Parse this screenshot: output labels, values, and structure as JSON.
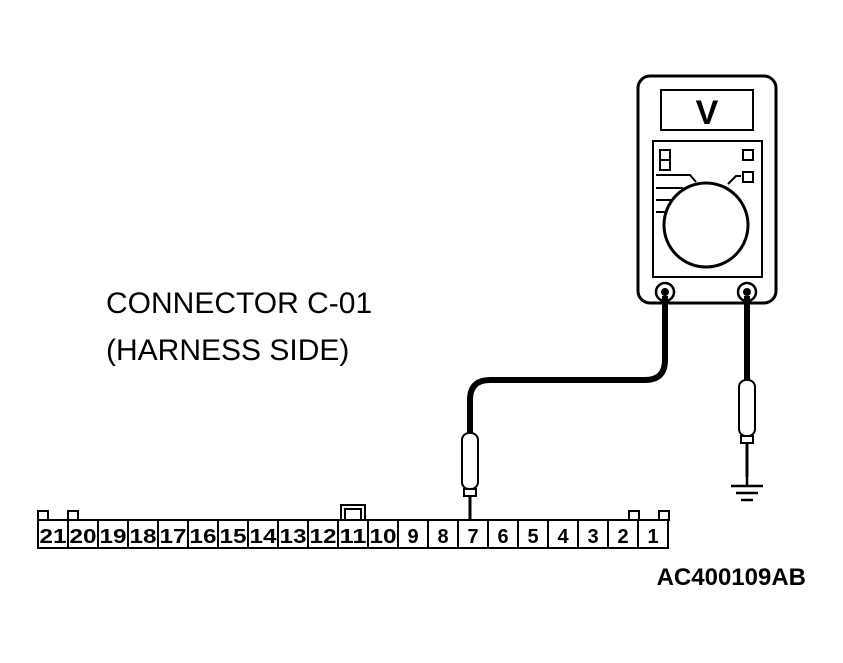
{
  "label": {
    "line1": "CONNECTOR C-01",
    "line2": "(HARNESS SIDE)"
  },
  "meter": {
    "display": "V"
  },
  "connector": {
    "pins": [
      "21",
      "20",
      "19",
      "18",
      "17",
      "16",
      "15",
      "14",
      "13",
      "12",
      "11",
      "10",
      "9",
      "8",
      "7",
      "6",
      "5",
      "4",
      "3",
      "2",
      "1"
    ],
    "probed_pin": "7"
  },
  "figure_id": "AC400109AB"
}
